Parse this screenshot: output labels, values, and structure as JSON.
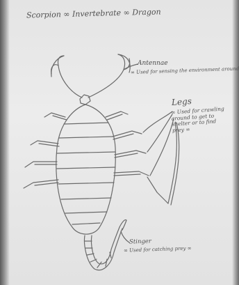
{
  "title": "Scorpion ∞ Invertebrate ∞ Dragon",
  "labels": {
    "antennae": {
      "heading": "Antennae",
      "description": "∞ Used for sensing the environment around them"
    },
    "legs": {
      "heading": "Legs",
      "description": "∞ Used for crawling around to get to shelter or to find prey ∞"
    },
    "stinger": {
      "heading": "Stinger",
      "description": "∞ Used for catching prey ∞"
    }
  },
  "colors": {
    "paper": "#e8e8e8",
    "pencil": "#6a6a6a"
  }
}
